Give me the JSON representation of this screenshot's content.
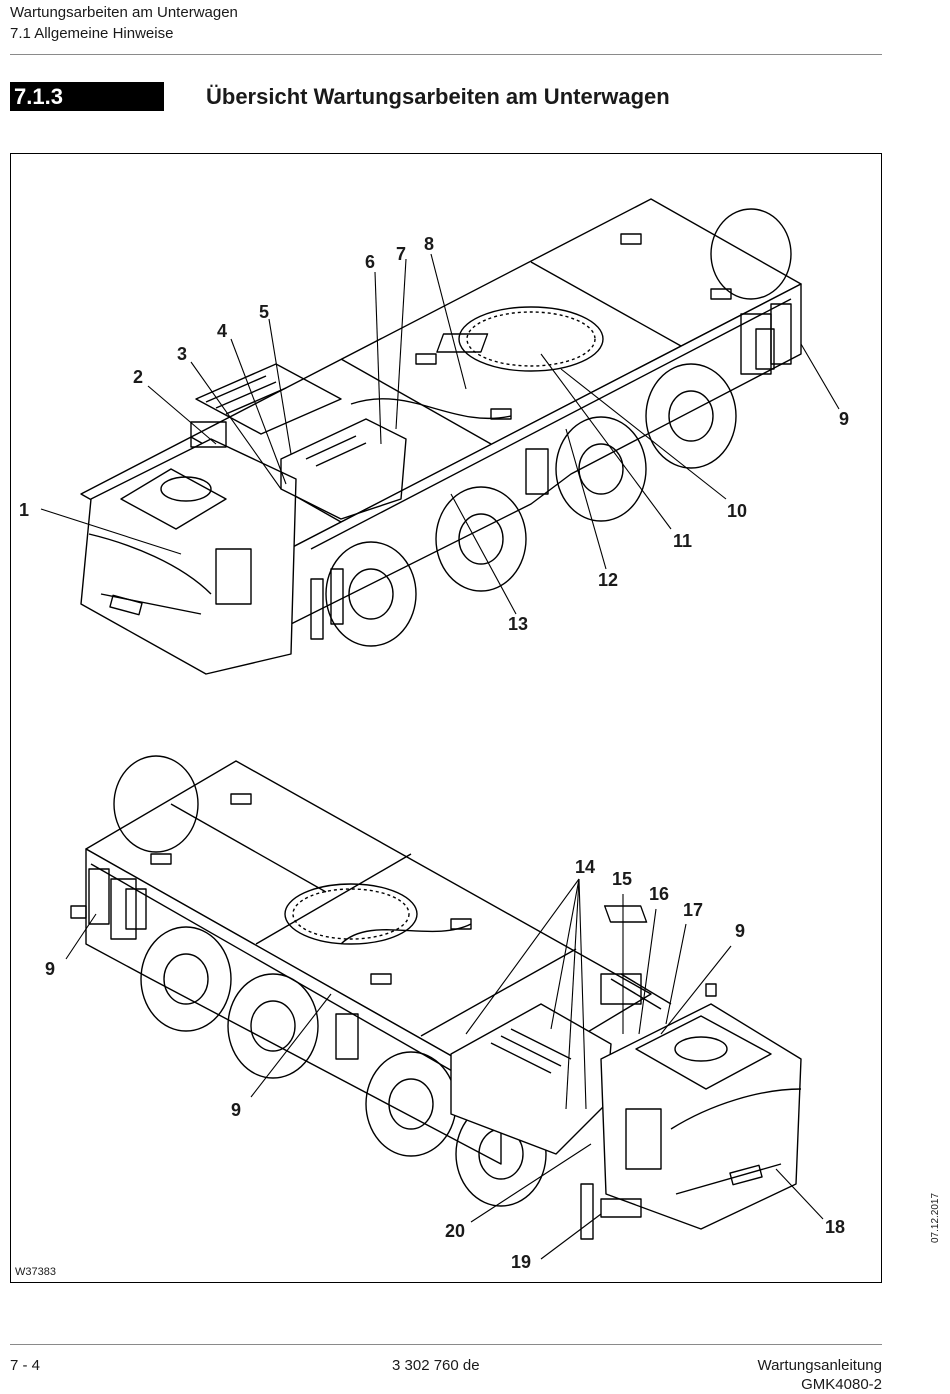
{
  "header": {
    "line1": "Wartungsarbeiten am Unterwagen",
    "line2": "7.1 Allgemeine Hinweise"
  },
  "section": {
    "number": "7.1.3",
    "title": "Übersicht Wartungsarbeiten am Unterwagen"
  },
  "figure": {
    "id": "W37383",
    "callouts_top": [
      "1",
      "2",
      "3",
      "4",
      "5",
      "6",
      "7",
      "8",
      "9",
      "10",
      "11",
      "12",
      "13"
    ],
    "callouts_bottom": [
      "9",
      "14",
      "15",
      "16",
      "17",
      "9",
      "18",
      "19",
      "20",
      "9"
    ]
  },
  "side_date": "07.12.2017",
  "footer": {
    "page": "7 - 4",
    "doc_number": "3 302 760 de",
    "title": "Wartungsanleitung",
    "model": "GMK4080-2"
  }
}
